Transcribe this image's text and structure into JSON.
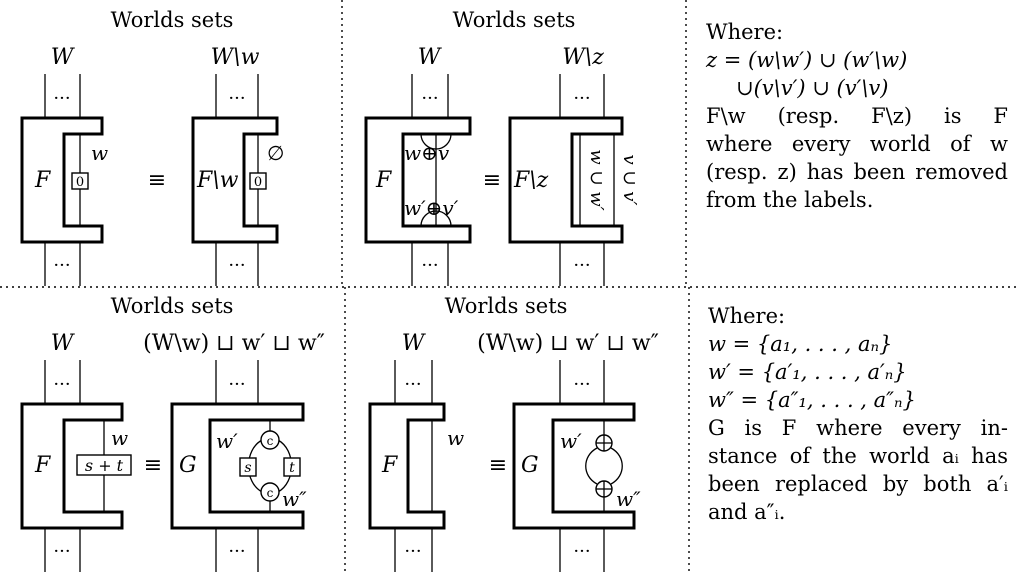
{
  "panel_title": "Worlds sets",
  "top_left": {
    "lhs_world": "W",
    "rhs_world": "W\\w",
    "lhs_F": "F",
    "rhs_F": "F\\w",
    "lhs_label": "w",
    "rhs_label": "∅",
    "zero": "0",
    "dots": "···",
    "equiv": "≡"
  },
  "top_middle": {
    "lhs_world": "W",
    "rhs_world": "W\\z",
    "lhs_F": "F",
    "rhs_F": "F\\z",
    "upper_label": "w⊕v",
    "lower_label": "w′⊕v′",
    "rot_left": "w ∪ w′",
    "rot_right": "v ∪ v′",
    "dots": "···",
    "equiv": "≡"
  },
  "top_note": {
    "where": "Where:",
    "z_line1": "z = (w\\w′) ∪ (w′\\w)",
    "z_line2": "∪(v\\v′) ∪ (v′\\v)",
    "text": [
      "F\\w  (resp.  F\\z)  is  F",
      "where every world of w",
      "(resp. z) has been removed",
      "from the labels."
    ]
  },
  "bottom_left": {
    "lhs_world": "W",
    "rhs_world": "(W\\w) ⊔ w′ ⊔ w″",
    "lhs_F": "F",
    "rhs_G": "G",
    "lhs_label": "w",
    "sum": "s + t",
    "s": "s",
    "t": "t",
    "copy": "c",
    "w1": "w′",
    "w2": "w″",
    "dots": "···",
    "equiv": "≡"
  },
  "bottom_middle": {
    "lhs_world": "W",
    "rhs_world": "(W\\w) ⊔ w′ ⊔ w″",
    "lhs_F": "F",
    "rhs_G": "G",
    "lhs_label": "w",
    "w1": "w′",
    "w2": "w″",
    "dots": "···",
    "equiv": "≡"
  },
  "bottom_note": {
    "where": "Where:",
    "w_def": "w = {a₁, . . . , aₙ}",
    "w1_def": "w′ = {a′₁, . . . , a′ₙ}",
    "w2_def": "w″ = {a″₁, . . . , a″ₙ}",
    "text": [
      "G is F where every in-",
      "stance of the world aᵢ has",
      "been replaced by both a′ᵢ",
      "and a″ᵢ."
    ]
  }
}
